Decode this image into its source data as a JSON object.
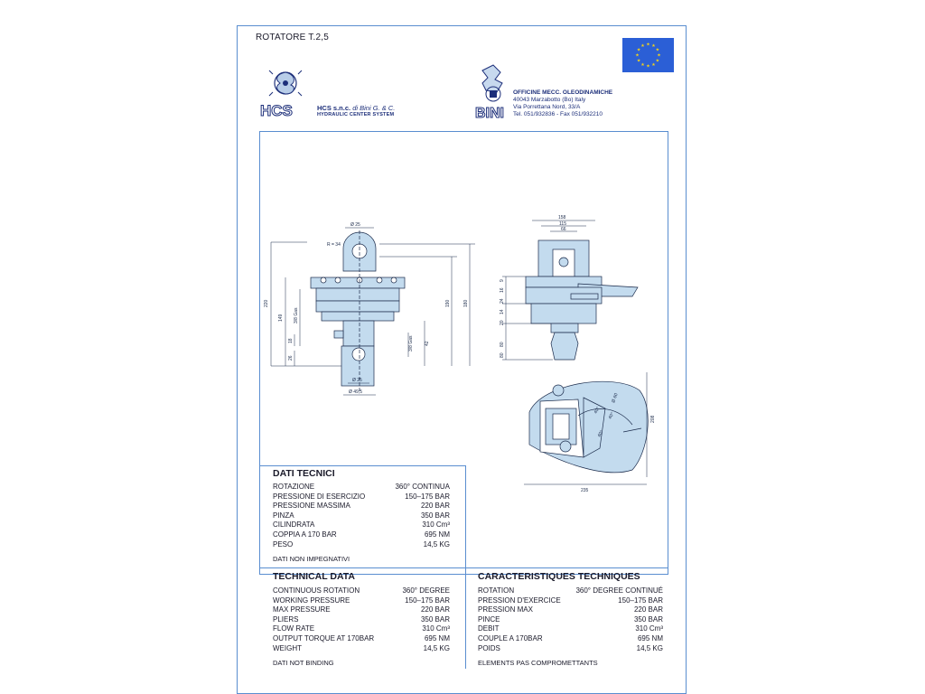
{
  "document": {
    "title": "ROTATORE T.2,5"
  },
  "colors": {
    "accent": "#5a8ed0",
    "part_fill": "#c3dbee",
    "eu_blue": "#2b5fd6",
    "eu_star": "#f2d21b",
    "logo_blue": "#1d2f7a"
  },
  "icons": {
    "eu_flag": "eu-flag-icon",
    "hcs_logo": "hcs-logo-icon",
    "bini_logo": "bini-logo-icon"
  },
  "hcs": {
    "logo_text": "HCS",
    "company": "HCS s.n.c.",
    "company_suffix": "di Bini G. & C.",
    "subtitle": "HYDRAULIC CENTER SYSTEM"
  },
  "bini": {
    "logo_text": "BINI",
    "name": "OFFICINE MECC. OLEODINAMICHE",
    "city": "40043 Marzabotto (Bo) Italy",
    "street": "Via Porrettana Nord, 33/A",
    "phone": "Tel. 051/932836 - Fax 051/932210"
  },
  "drawing": {
    "front_labels": {
      "d25": "Ø 25",
      "r34": "R = 34",
      "h220": "220",
      "h149": "149",
      "h3_8a": "3/8 Gas",
      "h18": "18",
      "h26": "26",
      "h3_8b": "3/8 Gas",
      "h42": "42",
      "h190": "190",
      "h180": "180",
      "d25b": "Ø 25",
      "d49": "Ø 49,5"
    },
    "side_labels": {
      "w158": "158",
      "w115": "115",
      "w66": "66",
      "s9": "9",
      "s16": "16",
      "s24": "24",
      "s14": "14",
      "s20": "20",
      "s80": "80",
      "s80b": "80"
    },
    "top_labels": {
      "h208": "208",
      "w235": "235",
      "d_center": "Ø 60",
      "a1": "40°",
      "a2": "40°",
      "a3": "40°"
    }
  },
  "it": {
    "heading": "DATI TECNICI",
    "rows": [
      {
        "label": "ROTAZIONE",
        "value": "360° CONTINUA"
      },
      {
        "label": "PRESSIONE DI ESERCIZIO",
        "value": "150–175 BAR"
      },
      {
        "label": "PRESSIONE MASSIMA",
        "value": "220 BAR"
      },
      {
        "label": "PINZA",
        "value": "350 BAR"
      },
      {
        "label": "CILINDRATA",
        "value": "310 Cm³"
      },
      {
        "label": "COPPIA A 170 BAR",
        "value": "695 NM"
      },
      {
        "label": "PESO",
        "value": "14,5 KG"
      }
    ],
    "note": "DATI NON IMPEGNATIVI"
  },
  "en": {
    "heading": "TECHNICAL DATA",
    "rows": [
      {
        "label": "CONTINUOUS ROTATION",
        "value": "360° DEGREE"
      },
      {
        "label": "WORKING PRESSURE",
        "value": "150–175 BAR"
      },
      {
        "label": "MAX PRESSURE",
        "value": "220 BAR"
      },
      {
        "label": "PLIERS",
        "value": "350 BAR"
      },
      {
        "label": "FLOW RATE",
        "value": "310 Cm³"
      },
      {
        "label": "OUTPUT TORQUE AT 170BAR",
        "value": "695 NM"
      },
      {
        "label": "WEIGHT",
        "value": "14,5 KG"
      }
    ],
    "note": "DATI NOT BINDING"
  },
  "fr": {
    "heading": "CARACTERISTIQUES TECHNIQUES",
    "rows": [
      {
        "label": "ROTATION",
        "value": "360° DEGREE CONTINUÉ"
      },
      {
        "label": "PRESSION D'EXERCICE",
        "value": "150–175 BAR"
      },
      {
        "label": "PRESSION MAX",
        "value": "220 BAR"
      },
      {
        "label": "PINCE",
        "value": "350 BAR"
      },
      {
        "label": "DEBIT",
        "value": "310 Cm³"
      },
      {
        "label": "COUPLE A 170BAR",
        "value": "695 NM"
      },
      {
        "label": "POIDS",
        "value": "14,5 KG"
      }
    ],
    "note": "ELEMENTS PAS COMPROMETTANTS"
  }
}
